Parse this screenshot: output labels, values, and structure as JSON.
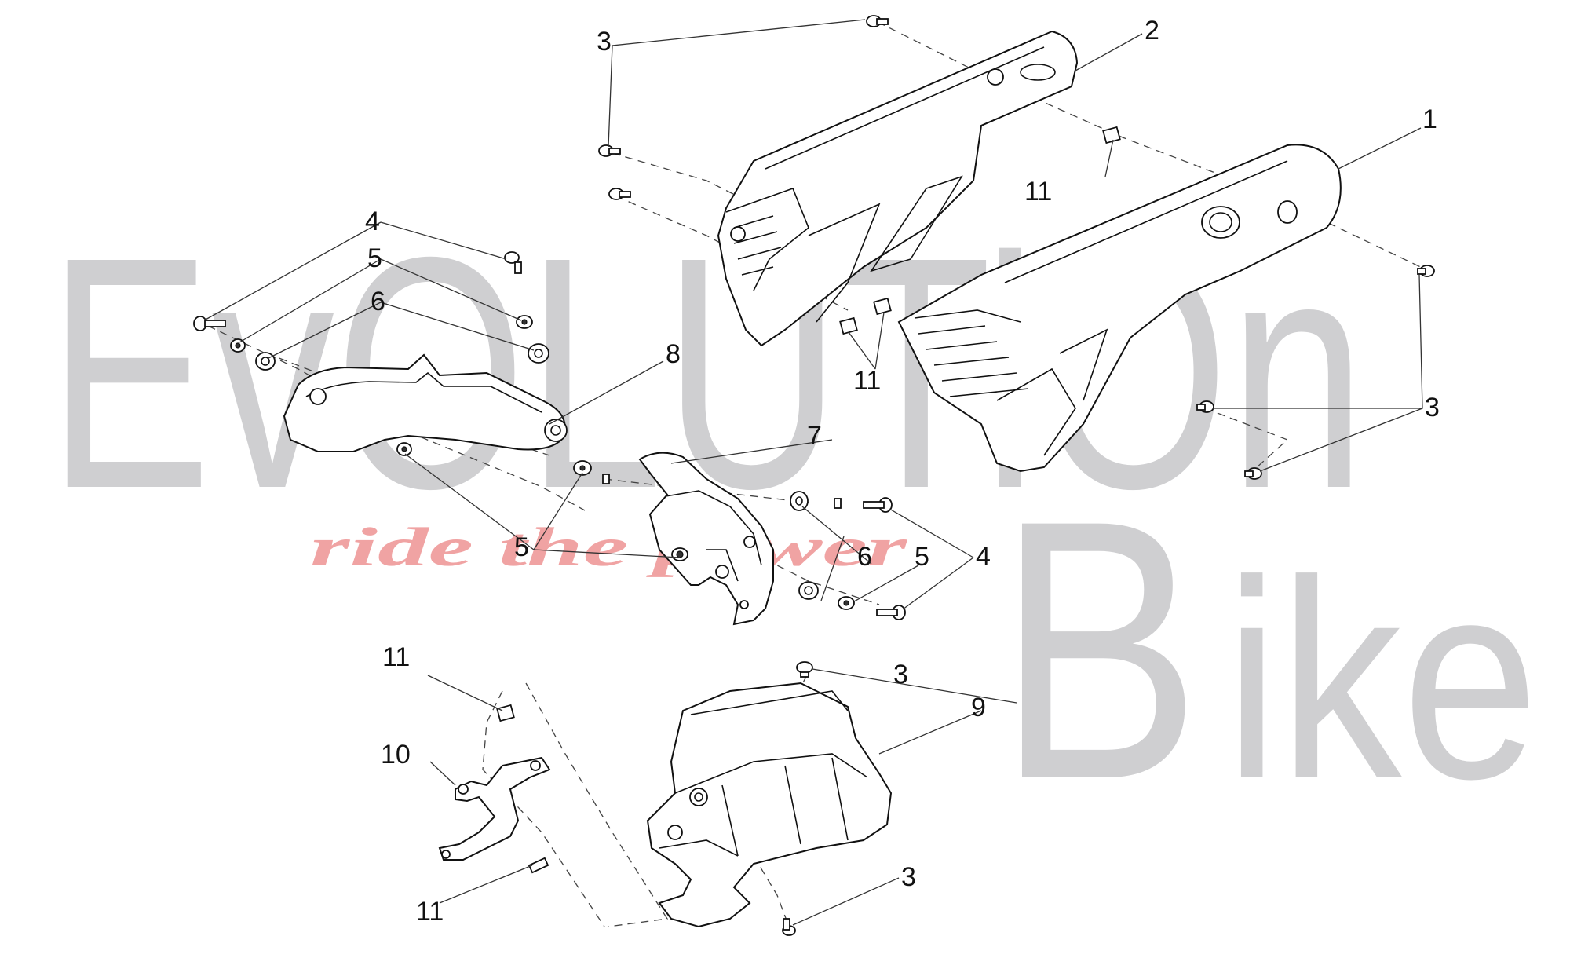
{
  "watermark": {
    "line1": "EvOLUTiOn",
    "line2_initial": "B",
    "line2_rest": "ike",
    "tagline": "ride the power",
    "color": "#cfcfd1",
    "tagline_color": "#f0a3a3"
  },
  "callouts": {
    "c1": "1",
    "c2": "2",
    "c3": "3",
    "c4": "4",
    "c5": "5",
    "c6": "6",
    "c7": "7",
    "c8": "8",
    "c9": "9",
    "c10": "10",
    "c11": "11"
  },
  "colors": {
    "line": "#111111",
    "background": "#ffffff"
  }
}
